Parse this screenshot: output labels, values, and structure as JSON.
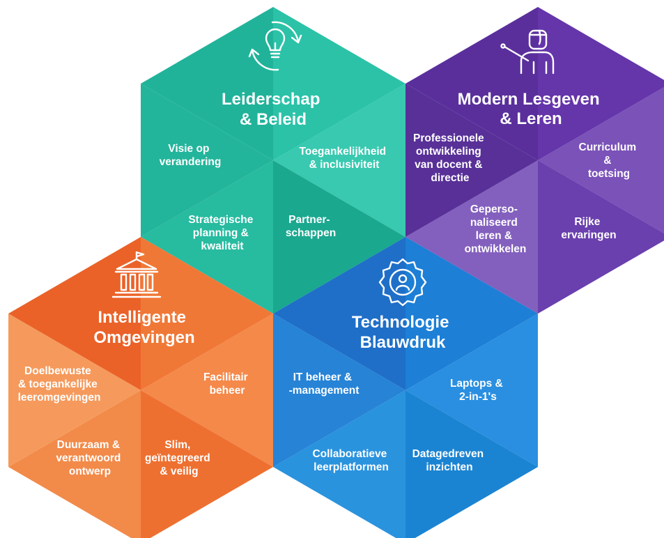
{
  "colors": {
    "leadership": [
      "#20b39a",
      "#2bc2a8",
      "#38c9b0",
      "#1aa88f",
      "#27bba0",
      "#23b59b"
    ],
    "teaching": [
      "#5a2f9c",
      "#6535aa",
      "#7a52b8",
      "#6a3fae",
      "#8360be",
      "#583098"
    ],
    "environments": [
      "#ea6228",
      "#f07837",
      "#f4894a",
      "#ee7030",
      "#f28a49",
      "#f59a5c"
    ],
    "technology": [
      "#1f6fc8",
      "#1d7fd6",
      "#2a8fe0",
      "#1b84d2",
      "#2a93de",
      "#2683d6"
    ]
  },
  "hexagons": {
    "leadership": {
      "title": [
        "Leiderschap",
        "& Beleid"
      ],
      "icon": "lightbulb-cycle-icon",
      "segments": [
        [
          "Toegankelijkheid",
          "& inclusiviteit"
        ],
        [
          "Partner-",
          "schappen"
        ],
        [
          "Strategische",
          "planning &",
          "kwaliteit"
        ],
        [
          "Visie op",
          "verandering"
        ]
      ]
    },
    "teaching": {
      "title": [
        "Modern Lesgeven",
        "& Leren"
      ],
      "icon": "teacher-icon",
      "segments": [
        [
          "Curriculum",
          "&",
          "toetsing"
        ],
        [
          "Rijke",
          "ervaringen"
        ],
        [
          "Geperso-",
          "naliseerd",
          "leren &",
          "ontwikkelen"
        ],
        [
          "Professionele",
          "ontwikkeling",
          "van docent &",
          "directie"
        ]
      ]
    },
    "environments": {
      "title": [
        "Intelligente",
        "Omgevingen"
      ],
      "icon": "school-building-icon",
      "segments": [
        [
          "Facilitair",
          "beheer"
        ],
        [
          "Slim,",
          "geïntegreerd",
          "& veilig"
        ],
        [
          "Duurzaam &",
          "verantwoord",
          "ontwerp"
        ],
        [
          "Doelbewuste",
          "& toegankelijke",
          "leeromgevingen"
        ]
      ]
    },
    "technology": {
      "title": [
        "Technologie",
        "Blauwdruk"
      ],
      "icon": "gear-user-icon",
      "segments": [
        [
          "Laptops &",
          "2-in-1's"
        ],
        [
          "Datagedreven",
          "inzichten"
        ],
        [
          "Collaboratieve",
          "leerplatformen"
        ],
        [
          "IT beheer &",
          "-management"
        ]
      ]
    }
  }
}
